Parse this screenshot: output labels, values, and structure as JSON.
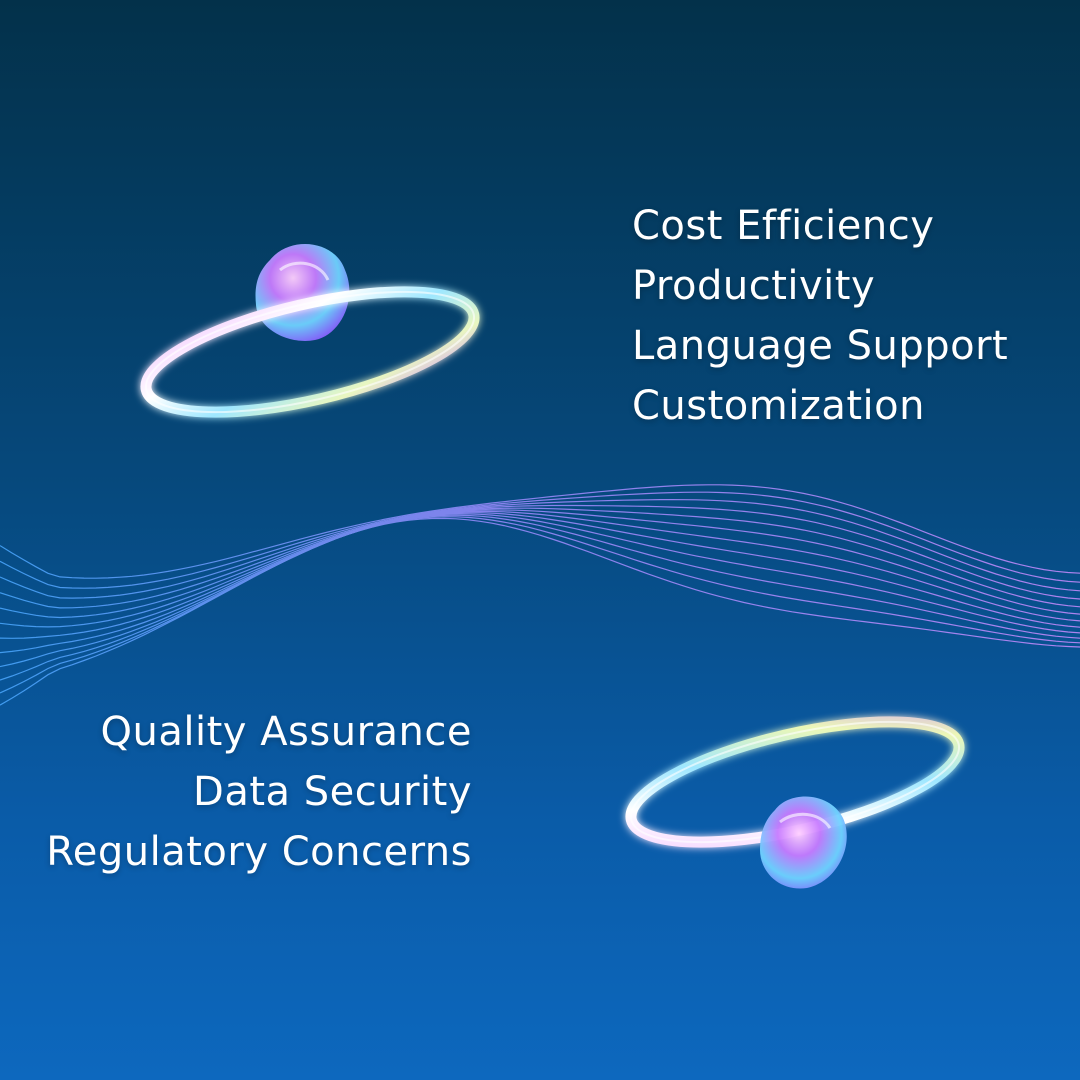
{
  "features_top": {
    "items": [
      "Cost Efficiency",
      "Productivity",
      "Language Support",
      "Customization"
    ]
  },
  "features_bottom": {
    "items": [
      "Quality Assurance",
      "Data Security",
      "Regulatory Concerns"
    ]
  },
  "colors": {
    "background_top": "#03314a",
    "background_bottom": "#0d68be",
    "text": "#ffffff",
    "wave_blue": "#4aa8ff",
    "wave_violet": "#c98cff"
  },
  "icons": [
    "holographic-ring-icon",
    "holographic-blob-icon",
    "wave-lines-icon"
  ]
}
